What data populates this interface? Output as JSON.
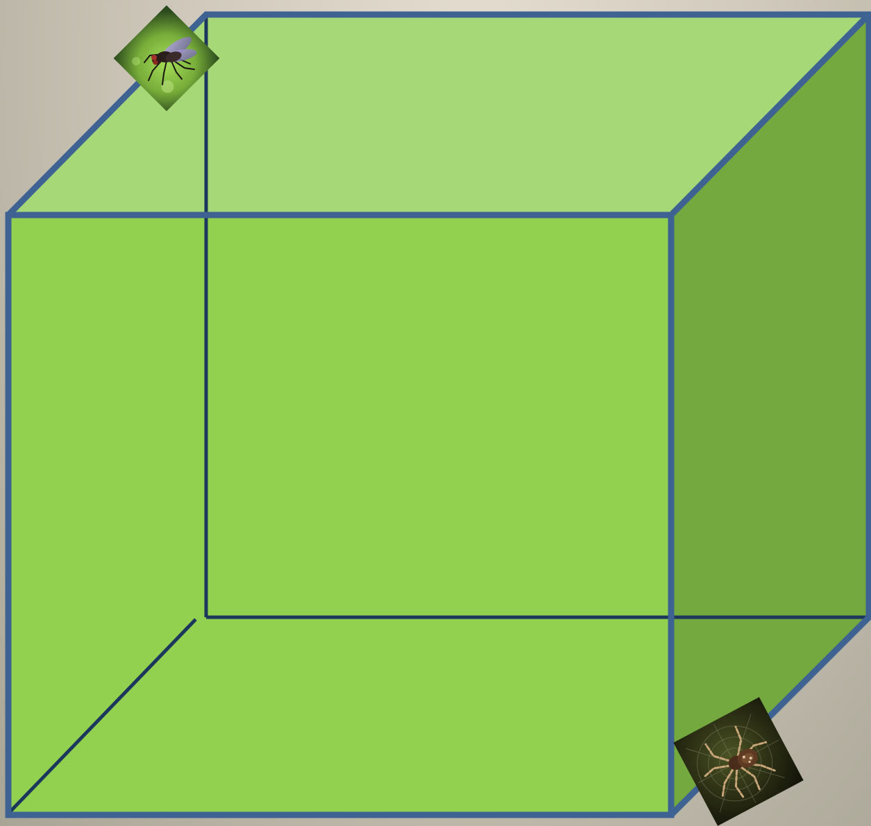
{
  "diagram": {
    "kind": "cube",
    "faces": [
      {
        "name": "top",
        "color": "#a6d877"
      },
      {
        "name": "front",
        "color": "#92d150"
      },
      {
        "name": "right",
        "color": "#74a93f"
      },
      {
        "name": "back",
        "color": "#92d150"
      },
      {
        "name": "bottom",
        "color": "#92d150"
      }
    ],
    "edge_color": "#3e6393",
    "hidden_edge_color": "#1d365c",
    "items": [
      {
        "name": "fly",
        "icon": "fly-icon",
        "corner": "back-top-left"
      },
      {
        "name": "spider",
        "icon": "spider-icon",
        "corner": "front-bottom-right"
      }
    ]
  }
}
